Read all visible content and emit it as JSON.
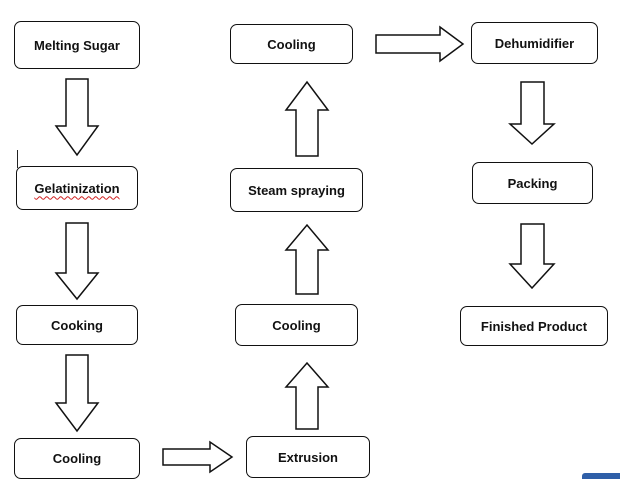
{
  "steps": {
    "melting_sugar": "Melting Sugar",
    "gelatinization": "Gelatinization",
    "cooking": "Cooking",
    "cooling_1": "Cooling",
    "extrusion": "Extrusion",
    "cooling_2": "Cooling",
    "steam_spraying": "Steam spraying",
    "cooling_3": "Cooling",
    "dehumidifier": "Dehumidifier",
    "packing": "Packing",
    "finished_product": "Finished Product"
  },
  "colors": {
    "stroke": "#111111",
    "background": "#ffffff",
    "spellcheck": "#d02020",
    "corner_tab": "#2f5fa8"
  }
}
